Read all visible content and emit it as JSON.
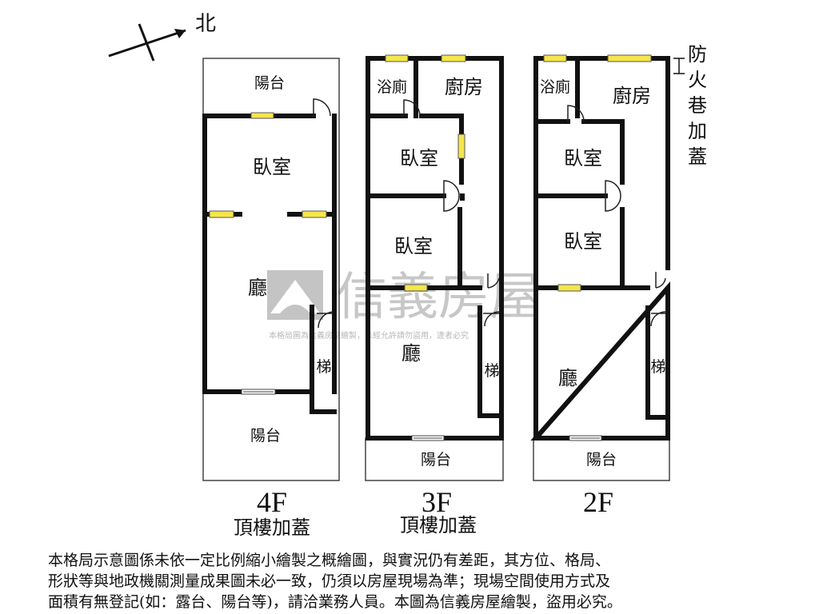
{
  "north": {
    "label": "北"
  },
  "annotation": {
    "chars": [
      "防",
      "火",
      "巷",
      "加",
      "蓋"
    ]
  },
  "watermark": {
    "brand": "信義房屋",
    "notice": "本格局圖為信義房屋繪製，未經允許請勿盜用，違者必究"
  },
  "floors": [
    {
      "id": "4F",
      "floor_label": "4F",
      "subtitle": "頂樓加蓋",
      "rooms": {
        "balcony_top": "陽台",
        "bedroom": "臥室",
        "living": "廳",
        "stairs": "梯",
        "balcony_bottom": "陽台"
      }
    },
    {
      "id": "3F",
      "floor_label": "3F",
      "subtitle": "頂樓加蓋",
      "rooms": {
        "bath": "浴廁",
        "kitchen": "廚房",
        "bedroom1": "臥室",
        "bedroom2": "臥室",
        "living": "廳",
        "stairs": "梯",
        "balcony": "陽台"
      }
    },
    {
      "id": "2F",
      "floor_label": "2F",
      "subtitle": "",
      "rooms": {
        "bath": "浴廁",
        "kitchen": "廚房",
        "bedroom1": "臥室",
        "bedroom2": "臥室",
        "living": "廳",
        "stairs": "梯",
        "balcony": "陽台"
      }
    }
  ],
  "disclaimer": {
    "lines": [
      "本格局示意圖係未依一定比例縮小繪製之概繪圖，與實況仍有差距，其方位、格局、",
      "形狀等與地政機關測量成果圖未必一致，仍須以房屋現場為準；現場空間使用方式及",
      "面積有無登記(如：露台、陽台等)，請洽業務人員。本圖為信義房屋繪製，盜用必究。"
    ]
  }
}
